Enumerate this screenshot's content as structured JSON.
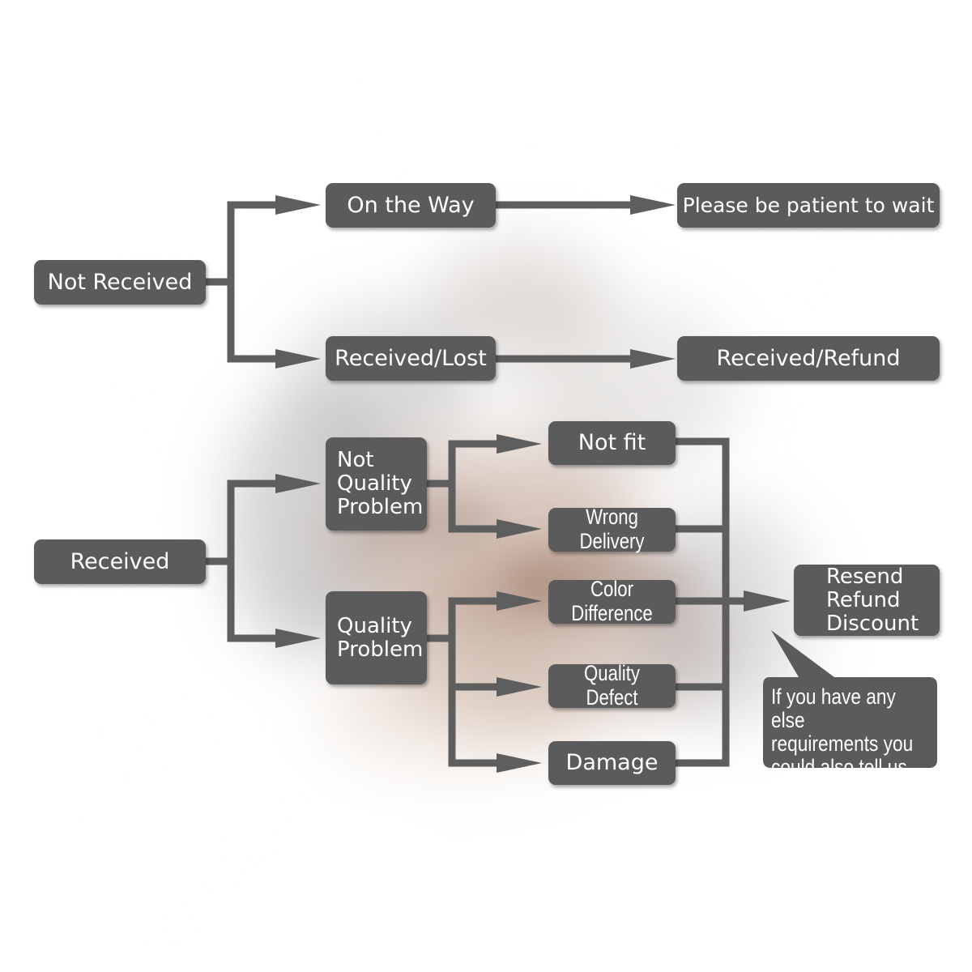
{
  "colors": {
    "node_fill": "#5b5b5b",
    "node_text": "#ffffff",
    "connector": "#5e5e5e",
    "background": "#ffffff"
  },
  "nodes": {
    "not_received": "Not Received",
    "on_the_way": "On the Way",
    "please_wait": "Please be patient to wait",
    "received_lost": "Received/Lost",
    "received_refund": "Received/Refund",
    "received": "Received",
    "not_quality_problem": "Not\nQuality\nProblem",
    "quality_problem": "Quality\nProblem",
    "not_fit": "Not fit",
    "wrong_delivery": "Wrong Delivery",
    "color_difference": "Color Difference",
    "quality_defect": "Quality Defect",
    "damage": "Damage",
    "resolution": "Resend\nRefund\nDiscount"
  },
  "callout": {
    "text": "If you have any else\nrequirements you\ncould also tell us"
  }
}
